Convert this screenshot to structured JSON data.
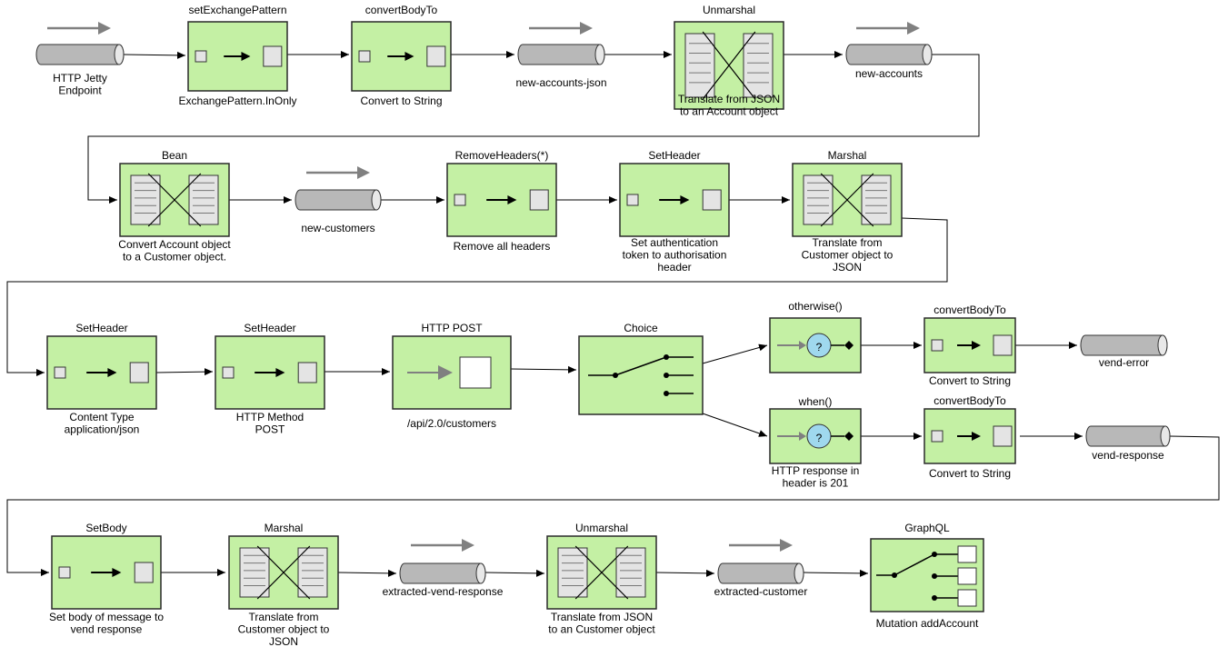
{
  "colors": {
    "node_fill": "#c4f0a4",
    "node_stroke": "#2a2a2a",
    "channel_fill": "#b8b8b8",
    "line": "#000000",
    "gray_arrow": "#808080",
    "choice_bubble": "#9fd8ee"
  },
  "nodes": [
    {
      "id": "http-jetty-endpoint",
      "kind": "channel",
      "labels": [
        "HTTP Jetty",
        "Endpoint"
      ],
      "arrow": true
    },
    {
      "id": "set-exchange-pattern",
      "kind": "processor",
      "title": "setExchangePattern",
      "labels": [
        "ExchangePattern.InOnly"
      ]
    },
    {
      "id": "convert-body-to-1",
      "kind": "processor",
      "title": "convertBodyTo",
      "labels": [
        "Convert to String"
      ]
    },
    {
      "id": "new-accounts-json",
      "kind": "channel",
      "labels": [
        "new-accounts-json"
      ],
      "arrow": true
    },
    {
      "id": "unmarshal-1",
      "kind": "translator",
      "title": "Unmarshal",
      "labels": [
        "Translate  from JSON",
        "to an Account object"
      ]
    },
    {
      "id": "new-accounts",
      "kind": "channel",
      "labels": [
        "new-accounts"
      ],
      "arrow": true
    },
    {
      "id": "bean",
      "kind": "translator",
      "title": "Bean",
      "labels": [
        "Convert Account object",
        "to a Customer object."
      ]
    },
    {
      "id": "new-customers",
      "kind": "channel",
      "labels": [
        "new-customers"
      ],
      "arrow": true
    },
    {
      "id": "remove-headers",
      "kind": "processor",
      "title": "RemoveHeaders(*)",
      "labels": [
        "Remove all headers"
      ]
    },
    {
      "id": "set-header-auth",
      "kind": "processor",
      "title": "SetHeader",
      "labels": [
        "Set authentication",
        "token to authorisation",
        "header"
      ]
    },
    {
      "id": "marshal-1",
      "kind": "translator",
      "title": "Marshal",
      "labels": [
        "Translate from",
        "Customer object to",
        "JSON"
      ]
    },
    {
      "id": "set-header-content-type",
      "kind": "processor",
      "title": "SetHeader",
      "labels": [
        "Content Type",
        "application/json"
      ]
    },
    {
      "id": "set-header-method",
      "kind": "processor",
      "title": "SetHeader",
      "labels": [
        "HTTP Method",
        "POST"
      ]
    },
    {
      "id": "http-post",
      "kind": "endpoint",
      "title": "HTTP POST",
      "labels": [
        "/api/2.0/customers"
      ]
    },
    {
      "id": "choice",
      "kind": "router",
      "title": "Choice",
      "labels": []
    },
    {
      "id": "otherwise",
      "kind": "filter",
      "title": "otherwise()",
      "labels": []
    },
    {
      "id": "convert-body-to-2",
      "kind": "processor",
      "title": "convertBodyTo",
      "labels": [
        "Convert to String"
      ]
    },
    {
      "id": "vend-error",
      "kind": "channel",
      "labels": [
        "vend-error"
      ],
      "arrow": false
    },
    {
      "id": "when",
      "kind": "filter",
      "title": "when()",
      "labels": [
        "HTTP response in",
        "header is 201"
      ]
    },
    {
      "id": "convert-body-to-3",
      "kind": "processor",
      "title": "convertBodyTo",
      "labels": [
        "Convert to String"
      ]
    },
    {
      "id": "vend-response",
      "kind": "channel",
      "labels": [
        "vend-response"
      ],
      "arrow": false
    },
    {
      "id": "set-body",
      "kind": "processor",
      "title": "SetBody",
      "labels": [
        "Set body of message to",
        "vend response"
      ]
    },
    {
      "id": "marshal-2",
      "kind": "translator",
      "title": "Marshal",
      "labels": [
        "Translate from",
        "Customer object to",
        "JSON"
      ]
    },
    {
      "id": "extracted-vend-response",
      "kind": "channel",
      "labels": [
        "extracted-vend-response"
      ],
      "arrow": true
    },
    {
      "id": "unmarshal-2",
      "kind": "translator",
      "title": "Unmarshal",
      "labels": [
        "Translate  from JSON",
        "to an Customer object"
      ]
    },
    {
      "id": "extracted-customer",
      "kind": "channel",
      "labels": [
        "extracted-customer"
      ],
      "arrow": true
    },
    {
      "id": "graphql",
      "kind": "recipient-list",
      "title": "GraphQL",
      "labels": [
        "Mutation addAccount"
      ]
    }
  ],
  "edges": [
    [
      "http-jetty-endpoint",
      "set-exchange-pattern"
    ],
    [
      "set-exchange-pattern",
      "convert-body-to-1"
    ],
    [
      "convert-body-to-1",
      "new-accounts-json"
    ],
    [
      "new-accounts-json",
      "unmarshal-1"
    ],
    [
      "unmarshal-1",
      "new-accounts"
    ],
    [
      "new-accounts",
      "bean"
    ],
    [
      "bean",
      "new-customers"
    ],
    [
      "new-customers",
      "remove-headers"
    ],
    [
      "remove-headers",
      "set-header-auth"
    ],
    [
      "set-header-auth",
      "marshal-1"
    ],
    [
      "marshal-1",
      "set-header-content-type"
    ],
    [
      "set-header-content-type",
      "set-header-method"
    ],
    [
      "set-header-method",
      "http-post"
    ],
    [
      "http-post",
      "choice"
    ],
    [
      "choice",
      "otherwise"
    ],
    [
      "choice",
      "when"
    ],
    [
      "otherwise",
      "convert-body-to-2"
    ],
    [
      "convert-body-to-2",
      "vend-error"
    ],
    [
      "when",
      "convert-body-to-3"
    ],
    [
      "convert-body-to-3",
      "vend-response"
    ],
    [
      "vend-response",
      "set-body"
    ],
    [
      "set-body",
      "marshal-2"
    ],
    [
      "marshal-2",
      "extracted-vend-response"
    ],
    [
      "extracted-vend-response",
      "unmarshal-2"
    ],
    [
      "unmarshal-2",
      "extracted-customer"
    ],
    [
      "extracted-customer",
      "graphql"
    ]
  ]
}
